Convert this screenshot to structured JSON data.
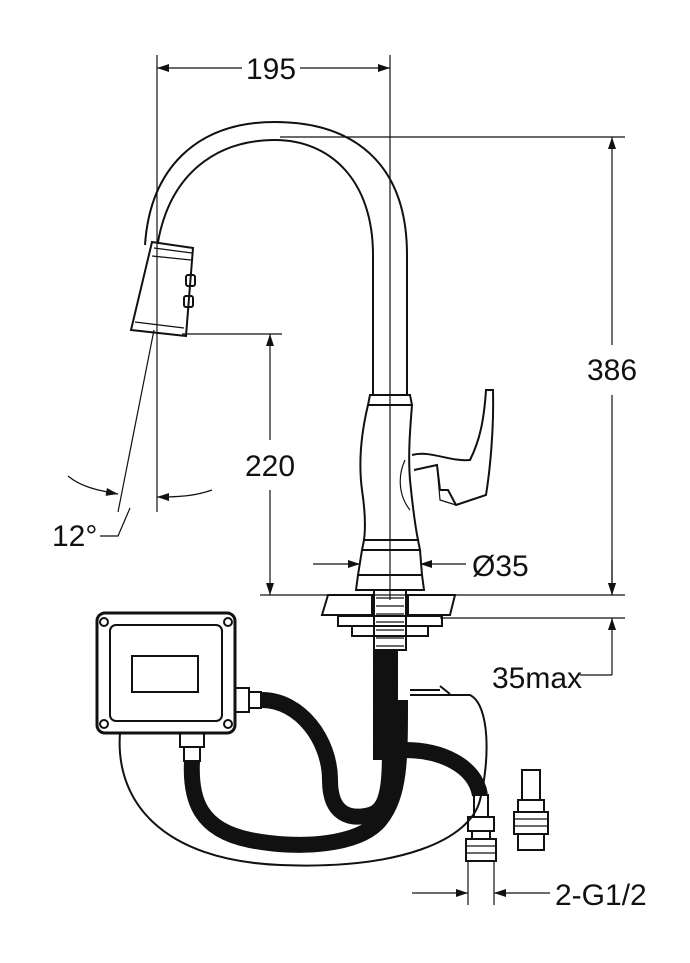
{
  "dimensions": {
    "spout_reach": "195",
    "total_height": "386",
    "spout_height": "220",
    "spray_angle": "12°",
    "body_diameter": "Ø35",
    "max_counter_thickness": "35max",
    "connections": "2-G1/2"
  }
}
